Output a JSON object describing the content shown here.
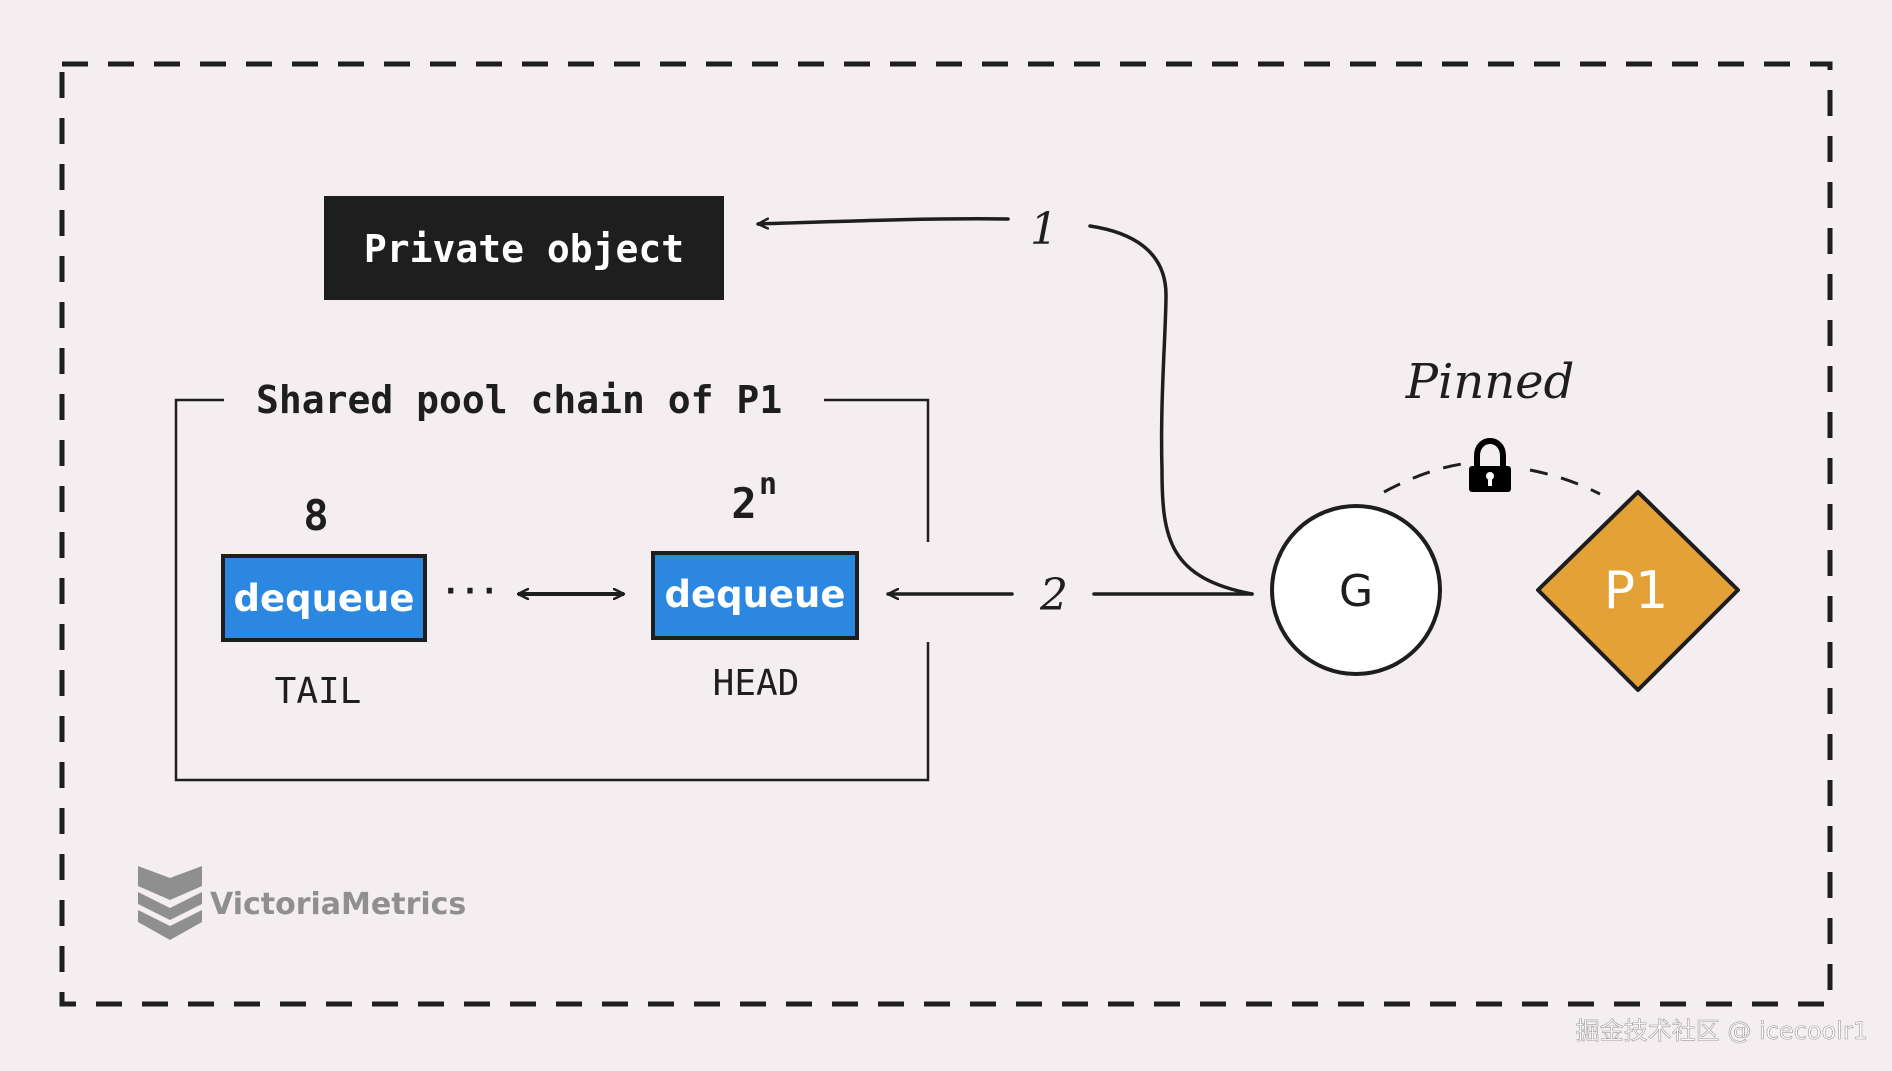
{
  "private_object": "Private object",
  "pool": {
    "title": "Shared pool chain of P1",
    "tail": {
      "index": "8",
      "label": "dequeue",
      "end": "TAIL"
    },
    "head": {
      "index_base": "2",
      "index_exp": "n",
      "label": "dequeue",
      "end": "HEAD"
    },
    "ellipsis": "···"
  },
  "steps": {
    "first": "1",
    "second": "2"
  },
  "goroutine": "G",
  "processor": "P1",
  "pinned": "Pinned",
  "brand": "VictoriaMetrics",
  "watermark": "掘金技术社区 @ icecoolr1",
  "colors": {
    "background": "#f4eef1",
    "dark_box": "#1e1e1e",
    "dequeue_fill": "#2b87e0",
    "processor_fill": "#e3a138",
    "stroke": "#1e1e1e"
  },
  "icons": [
    "lock-icon",
    "victoriametrics-logo-icon"
  ]
}
